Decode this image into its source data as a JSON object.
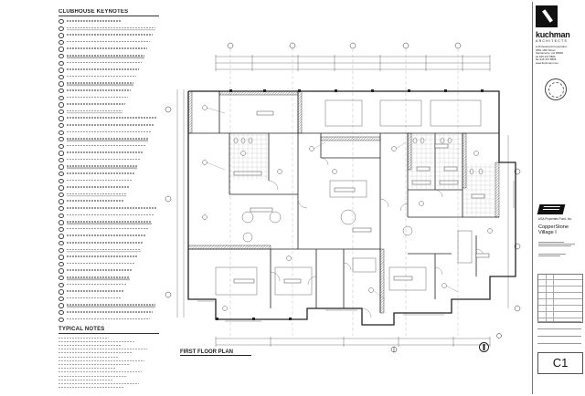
{
  "notes": {
    "keynotes_heading": "CLUBHOUSE KEYNOTES",
    "typical_heading": "TYPICAL NOTES",
    "keynote_count": 44,
    "typical_count": 14
  },
  "drawing": {
    "title": "FIRST FLOOR PLAN"
  },
  "title_block": {
    "firm_name": "kuchman",
    "firm_sub": "ARCHITECTS",
    "firm_address": [
      "A Professional Corporation",
      "2501 10th Street",
      "Sacramento, CA 95818",
      "tel  916 447 5800",
      "fax  916 447 5805",
      "www.kuchman.com"
    ],
    "client": "USA Properties Fund, Inc.",
    "project_name": [
      "CopperStone",
      "Village I"
    ],
    "sheet_number": "C1"
  },
  "colors": {
    "ink": "#222222",
    "paper": "#ffffff",
    "logo": "#111111"
  }
}
